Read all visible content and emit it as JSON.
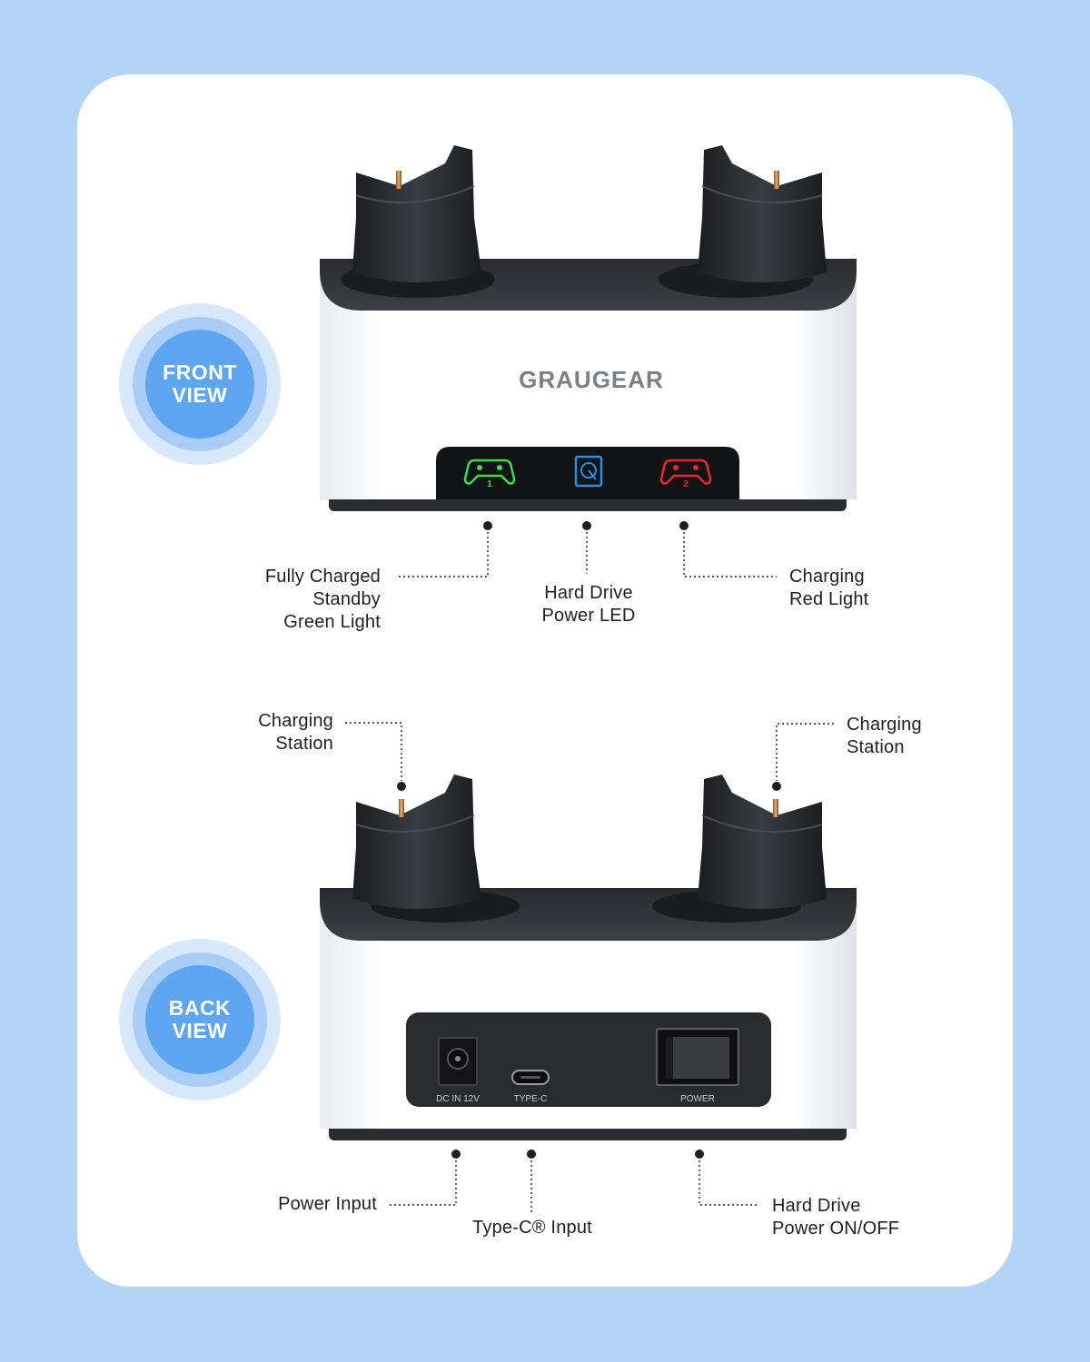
{
  "front": {
    "badge": "FRONT\nVIEW",
    "brand": "GRAUGEAR",
    "led_left_number": "1",
    "led_right_number": "2",
    "labels": {
      "fully_charged": "Fully Charged\nStandby\nGreen Light",
      "hard_drive_led": "Hard Drive\nPower LED",
      "charging_red": "Charging\nRed Light"
    }
  },
  "back": {
    "badge": "BACK\nVIEW",
    "port_dc": "DC IN 12V",
    "port_typec": "TYPE-C",
    "port_power": "POWER",
    "labels": {
      "charging_station_left": "Charging\nStation",
      "charging_station_right": "Charging\nStation",
      "power_input": "Power Input",
      "typec_input": "Type-C® Input",
      "hard_drive_power": "Hard Drive\nPower ON/OFF"
    }
  },
  "colors": {
    "background": "#b3d4f7",
    "card": "#ffffff",
    "badge_core": "#5ea6ef",
    "led_green": "#3ddc4a",
    "led_blue": "#2b8fe6",
    "led_red": "#e82a2a"
  }
}
